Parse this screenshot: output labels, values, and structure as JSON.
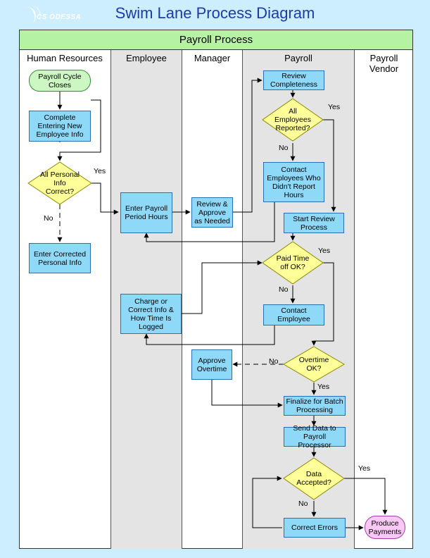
{
  "title": "Swim Lane Process Diagram",
  "logo_text": "CS ODESSA",
  "pool": "Payroll Process",
  "lanes": [
    "Human Resources",
    "Employee",
    "Manager",
    "Payroll",
    "Payroll Vendor"
  ],
  "nodes": {
    "payroll_cycle_closes": "Payroll Cycle Closes",
    "complete_entering": "Complete Entering New Employee Info",
    "all_personal_info": "All Personal Info Correct?",
    "enter_corrected": "Enter Corrected Personal Info",
    "enter_payroll_hours": "Enter Payroll Period Hours",
    "charge_correct": "Charge or Correct Info & How Time Is Logged",
    "review_approve": "Review & Approve as Needed",
    "approve_overtime": "Approve Overtime",
    "review_completeness": "Review Completeness",
    "all_employees_reported": "All Employees Reported?",
    "contact_employees": "Contact Employees Who Didn't Report Hours",
    "start_review": "Start Review Process",
    "paid_time_off": "Paid Time off OK?",
    "contact_employee": "Contact Employee",
    "overtime_ok": "Overtime OK?",
    "finalize_batch": "Finalize for Batch Processing",
    "send_data": "Send Data to Payroll Processor",
    "data_accepted": "Data Accepted?",
    "correct_errors": "Correct Errors",
    "produce_payments": "Produce Payments"
  },
  "labels": {
    "yes": "Yes",
    "no": "No"
  }
}
